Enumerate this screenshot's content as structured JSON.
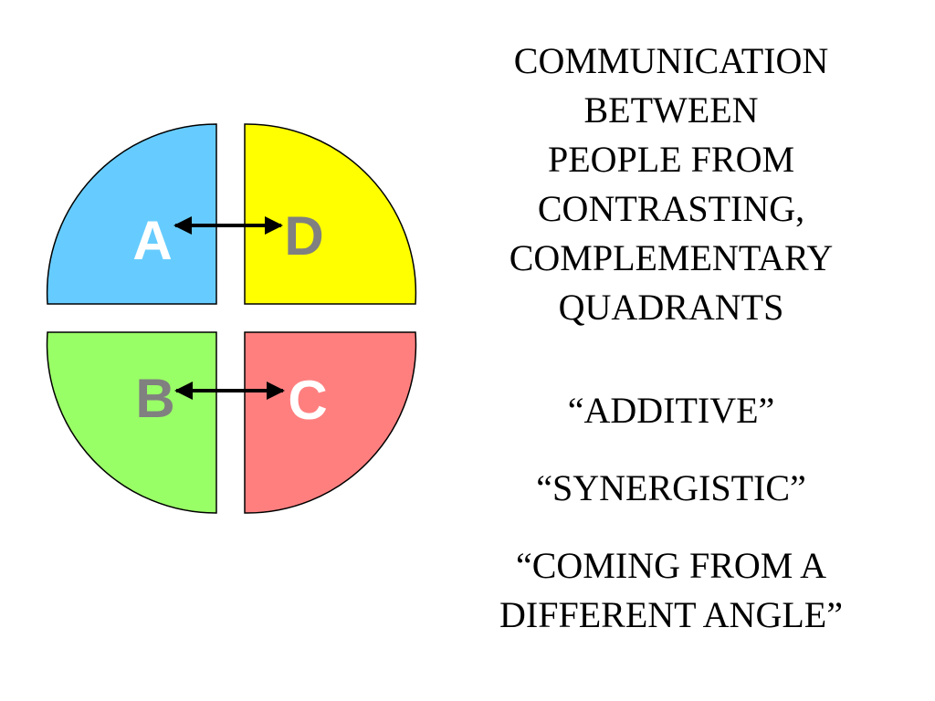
{
  "slide": {
    "title_lines": [
      "COMMUNICATION",
      "BETWEEN",
      "PEOPLE FROM",
      "CONTRASTING,",
      "COMPLEMENTARY",
      "QUADRANTS"
    ],
    "terms": [
      "“ADDITIVE”",
      "“SYNERGISTIC”"
    ],
    "last_term_lines": [
      "“COMING FROM A",
      "DIFFERENT ANGLE”"
    ]
  },
  "quadrants": {
    "a": {
      "letter": "A",
      "fill": "#66ccff",
      "letter_color": "#ffffff"
    },
    "d": {
      "letter": "D",
      "fill": "#ffff00",
      "letter_color": "#808080"
    },
    "b": {
      "letter": "B",
      "fill": "#99ff66",
      "letter_color": "#808080"
    },
    "c": {
      "letter": "C",
      "fill": "#ff7f7f",
      "letter_color": "#ffffff"
    }
  },
  "arrow_color": "#000000"
}
